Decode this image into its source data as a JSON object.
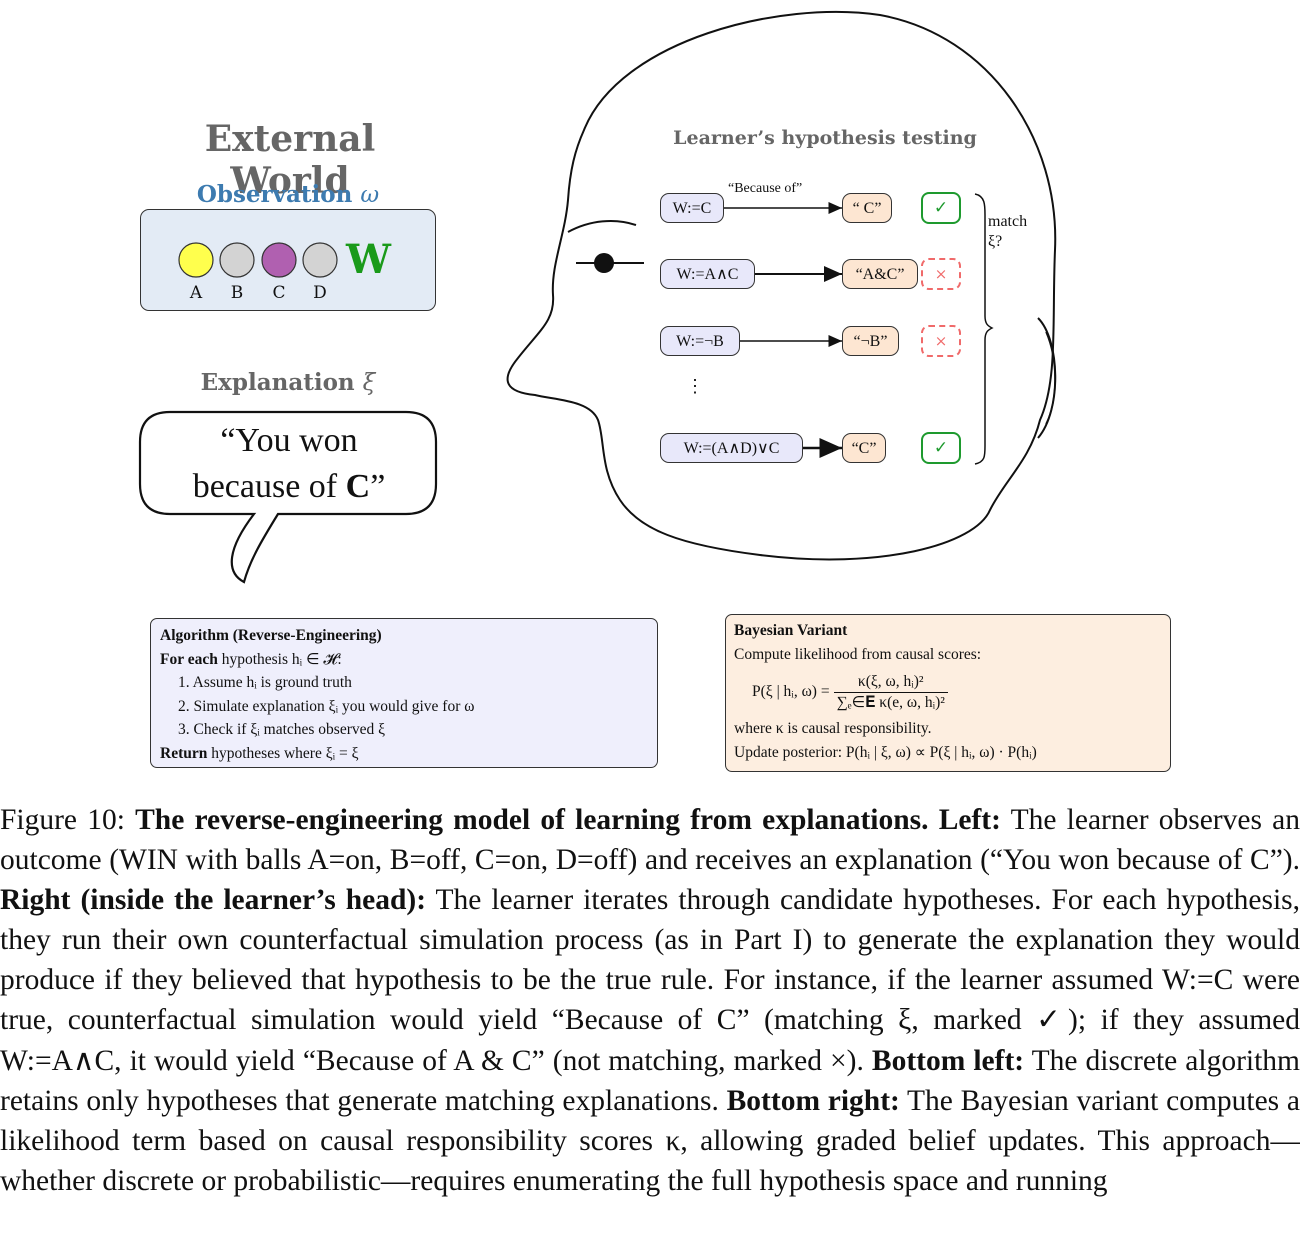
{
  "external_world": {
    "title": "External World",
    "observation_label": "Observation",
    "observation_symbol": "ω",
    "balls": [
      {
        "label": "A",
        "color": "#ffff4d"
      },
      {
        "label": "B",
        "color": "#d3d3d3"
      },
      {
        "label": "C",
        "color": "#b060b0"
      },
      {
        "label": "D",
        "color": "#d3d3d3"
      }
    ],
    "outcome": "W",
    "outcome_color": "#1a9a1a",
    "explanation_label": "Explanation",
    "explanation_symbol": "ξ",
    "speech_line1": "“You won",
    "speech_line2_pre": "because of ",
    "speech_line2_bold": "C",
    "speech_line2_post": "”"
  },
  "head": {
    "title": "Learner’s hypothesis testing",
    "because_label": "“Because of”",
    "match_label_1": "match",
    "match_label_2": "ξ?",
    "hypotheses": [
      {
        "rule": "W:=C",
        "result": "“ C”",
        "match": "✓"
      },
      {
        "rule": "W:=A∧C",
        "result": "“A&C”",
        "match": "×"
      },
      {
        "rule": "W:=¬B",
        "result": "“¬B”",
        "match": "×"
      },
      {
        "rule": "W:=(A∧D)∨C",
        "result": "“C”",
        "match": "✓"
      }
    ],
    "vdots": "⋮"
  },
  "algorithm": {
    "title": "Algorithm (Reverse-Engineering)",
    "for_each_bold": "For each",
    "for_each_rest": " hypothesis hᵢ ∈ 𝓗:",
    "steps": [
      "1. Assume hᵢ is ground truth",
      "2. Simulate explanation ξᵢ you would give for ω",
      "3. Check if ξᵢ matches observed ξ"
    ],
    "return_bold": "Return",
    "return_rest": " hypotheses where ξᵢ = ξ"
  },
  "bayesian": {
    "title": "Bayesian Variant",
    "line1": "Compute likelihood from causal scores:",
    "formula_lhs": "P(ξ | hᵢ, ω) =",
    "formula_num": "κ(ξ, ω, hᵢ)²",
    "formula_den": "∑ₑ∈𝐄 κ(e, ω, hᵢ)²",
    "line2": "where κ is causal responsibility.",
    "line3": "Update posterior:  P(hᵢ | ξ, ω) ∝ P(ξ | hᵢ, ω) · P(hᵢ)"
  },
  "caption": {
    "fig_label": "Figure 10: ",
    "title_bold": "The reverse-engineering model of learning from explanations.",
    "left_bold": "Left:",
    "left_text": " The learner observes an outcome (WIN with balls A=on, B=off, C=on, D=off) and receives an explanation (“You won because of C”). ",
    "right_bold": "Right (inside the learner’s head):",
    "right_text": " The learner iterates through candidate hypotheses. For each hypothesis, they run their own counterfactual simulation process (as in Part I) to generate the explanation they would produce if they believed that hypothesis to be the true rule. For instance, if the learner assumed W:=C were true, counterfactual simulation would yield “Because of C” (matching ξ, marked ✓); if they assumed W:=A∧C, it would yield “Because of A & C” (not matching, marked ×). ",
    "bl_bold": "Bottom left:",
    "bl_text": " The discrete algorithm retains only hypotheses that generate matching explanations. ",
    "br_bold": "Bottom right:",
    "br_text": " The Bayesian variant computes a likelihood term based on causal responsibility scores κ, allowing graded belief updates. This approach—whether discrete or probabilistic—requires enumerating the full hypothesis space and running"
  }
}
